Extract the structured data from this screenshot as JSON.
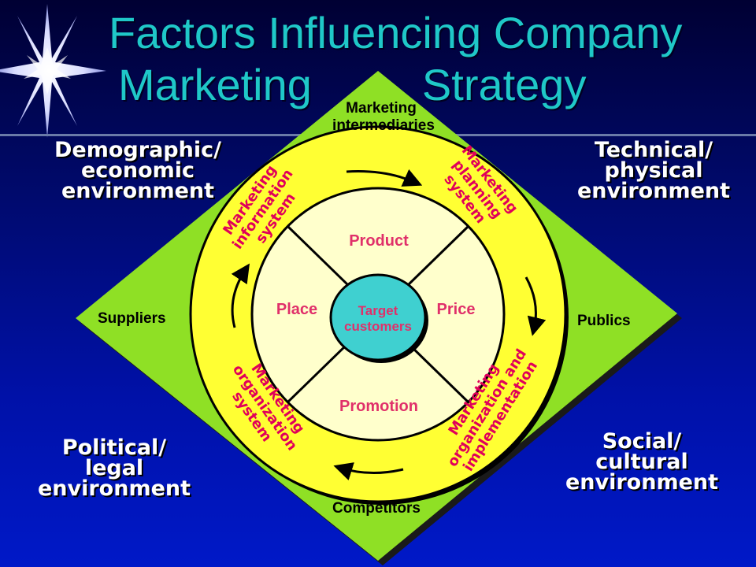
{
  "title": {
    "line1": "Factors Influencing Company",
    "line2": "Marketing         Strategy"
  },
  "macro": {
    "top_left": [
      "Demographic/",
      "economic",
      "environment"
    ],
    "top_right": [
      "Technical/",
      "physical",
      "environment"
    ],
    "bottom_left": [
      "Political/",
      "legal",
      "environment"
    ],
    "bottom_right": [
      "Social/",
      "cultural",
      "environment"
    ]
  },
  "micro": {
    "top": [
      "Marketing",
      "intermediaries"
    ],
    "left": "Suppliers",
    "right": "Publics",
    "bottom": "Competitors"
  },
  "systems": {
    "information": [
      "Marketing",
      "information",
      "system"
    ],
    "planning": [
      "Marketing",
      "planning",
      "system"
    ],
    "organization": [
      "Marketing",
      "organization",
      "system"
    ],
    "implementation": [
      "Marketing",
      "organization and",
      "implementation"
    ]
  },
  "mix": {
    "product": "Product",
    "price": "Price",
    "place": "Place",
    "promotion": "Promotion"
  },
  "center": [
    "Target",
    "customers"
  ],
  "colors": {
    "background": "#000a6e",
    "title": "#1fc8c8",
    "diamond": "#8fe025",
    "outer_ring": "#ffff33",
    "inner_circle": "#ffffcc",
    "center": "#3fd0d0",
    "system_text": "#e0005a",
    "mix_text": "#e0306a"
  },
  "icons": {
    "decoration": "starburst-icon"
  }
}
